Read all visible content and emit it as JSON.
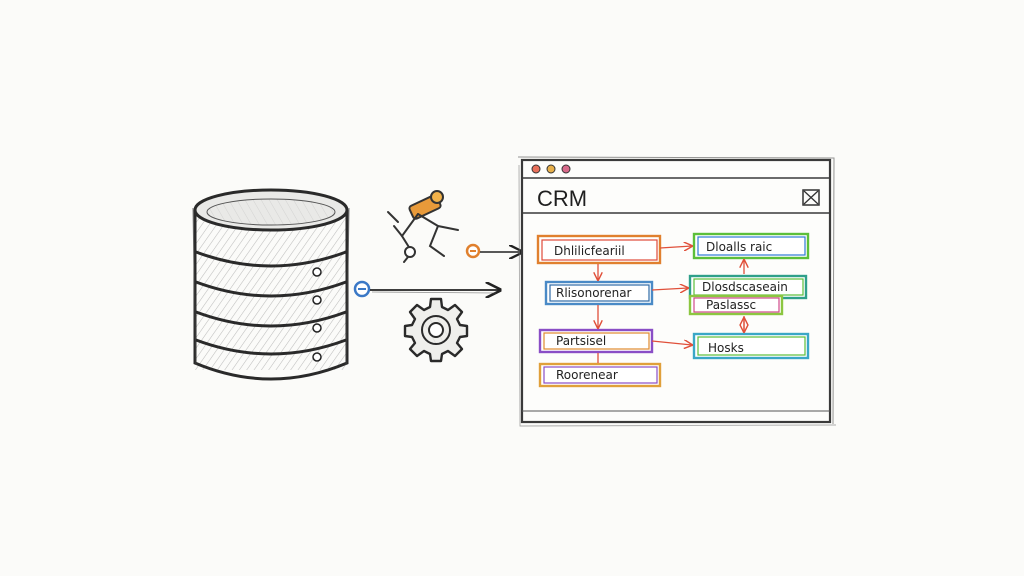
{
  "window": {
    "title": "CRM",
    "traffic_lights": [
      "#e8705a",
      "#e8b04a",
      "#d86a8a"
    ],
    "close_icon": "close-box-icon"
  },
  "icons": {
    "database": "database-icon",
    "runner": "runner-icon",
    "connector": "connector-icon",
    "gear": "gear-icon"
  },
  "nodes": [
    {
      "id": "n1",
      "label": "Dhlilicfeariil",
      "color": "#e0802e",
      "accent": "#e04a3a"
    },
    {
      "id": "n2",
      "label": "Rlisonorenar",
      "color": "#4a8ac6",
      "accent": "#2f6aa6"
    },
    {
      "id": "n3",
      "label": "Partsisel",
      "color": "#8a4ec6",
      "accent": "#e08a2e"
    },
    {
      "id": "n4",
      "label": "Roorenear",
      "color": "#e0a03a",
      "accent": "#8a4ec6"
    },
    {
      "id": "n5",
      "label": "Dloalls raic",
      "color": "#5cbf3a",
      "accent": "#2f7ad6"
    },
    {
      "id": "n6",
      "label": "Dlosdscaseain",
      "color": "#2fa08a",
      "accent": "#5cbf3a"
    },
    {
      "id": "n7",
      "label": "Paslassc",
      "color": "#8cc640",
      "accent": "#d04a8a"
    },
    {
      "id": "n8",
      "label": "Hosks",
      "color": "#3aa7c6",
      "accent": "#5cbf3a"
    }
  ],
  "colors": {
    "ink": "#222222",
    "arrow": "#e0503a",
    "pencil": "#6b6b6b"
  }
}
